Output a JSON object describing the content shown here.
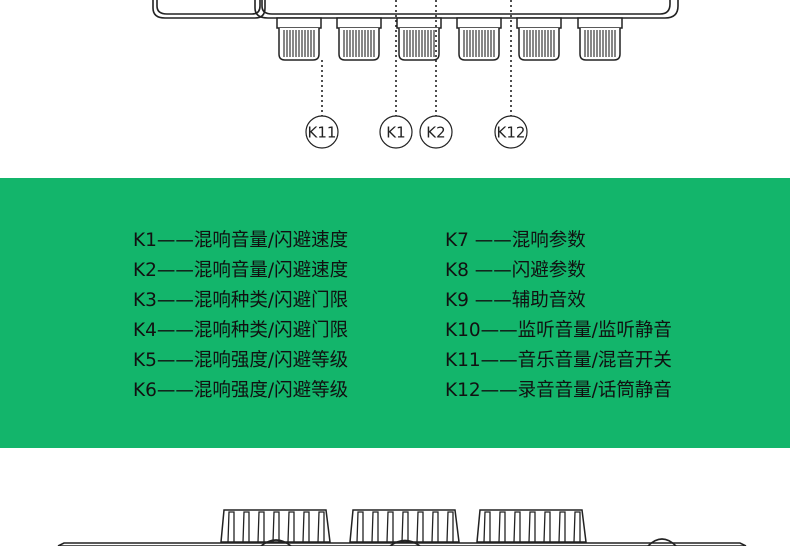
{
  "callouts": [
    "K11",
    "K1",
    "K2",
    "K12"
  ],
  "legend": {
    "left": [
      "K1——混响音量/闪避速度",
      "K2——混响音量/闪避速度",
      "K3——混响种类/闪避门限",
      "K4——混响种类/闪避门限",
      "K5——混响强度/闪避等级",
      "K6——混响强度/闪避等级"
    ],
    "right": [
      "K7 ——混响参数",
      "K8 ——闪避参数",
      "K9 ——辅助音效",
      "K10——监听音量/监听静音",
      "K11——音乐音量/混音开关",
      "K12——录音音量/话筒静音"
    ]
  },
  "colors": {
    "band": "#13b56b",
    "line": "#222222"
  }
}
